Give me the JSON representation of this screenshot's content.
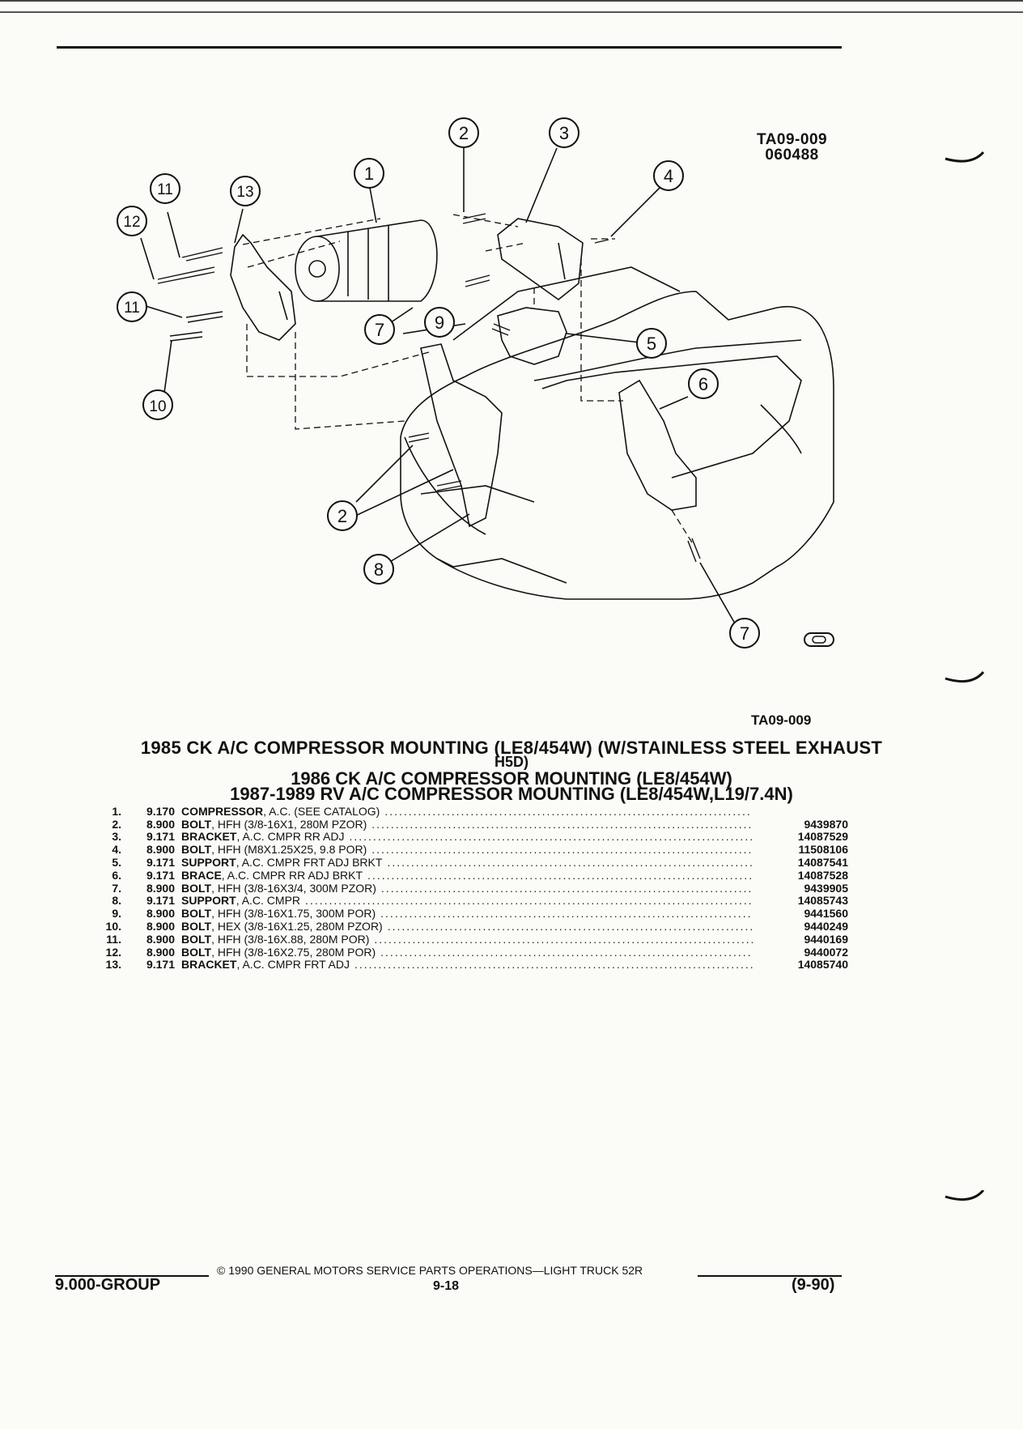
{
  "header": {
    "figure_code_top": "TA09-009",
    "figure_date": "060488",
    "figure_code": "TA09-009"
  },
  "diagram": {
    "callouts": [
      "1",
      "2",
      "3",
      "4",
      "5",
      "6",
      "7",
      "8",
      "9",
      "10",
      "11",
      "12",
      "13"
    ],
    "logo": "GM-logo"
  },
  "titles": {
    "line1": "1985 CK A/C COMPRESSOR MOUNTING (LE8/454W) (W/STAINLESS STEEL EXHAUST",
    "line1b": "H5D)",
    "line2": "1986 CK A/C COMPRESSOR MOUNTING (LE8/454W)",
    "line3": "1987-1989 RV A/C COMPRESSOR MOUNTING (LE8/454W,L19/7.4N)"
  },
  "parts": [
    {
      "num": "1.",
      "group": "9.170",
      "name": "COMPRESSOR",
      "desc": ", A.C. (SEE CATALOG)",
      "part_no": ""
    },
    {
      "num": "2.",
      "group": "8.900",
      "name": "BOLT",
      "desc": ", HFH (3/8-16X1, 280M PZOR)",
      "part_no": "9439870"
    },
    {
      "num": "3.",
      "group": "9.171",
      "name": "BRACKET",
      "desc": ", A.C. CMPR RR ADJ",
      "part_no": "14087529"
    },
    {
      "num": "4.",
      "group": "8.900",
      "name": "BOLT",
      "desc": ", HFH (M8X1.25X25, 9.8 POR)",
      "part_no": "11508106"
    },
    {
      "num": "5.",
      "group": "9.171",
      "name": "SUPPORT",
      "desc": ", A.C. CMPR FRT ADJ BRKT",
      "part_no": "14087541"
    },
    {
      "num": "6.",
      "group": "9.171",
      "name": "BRACE",
      "desc": ", A.C. CMPR RR ADJ BRKT",
      "part_no": "14087528"
    },
    {
      "num": "7.",
      "group": "8.900",
      "name": "BOLT",
      "desc": ", HFH (3/8-16X3/4, 300M PZOR)",
      "part_no": "9439905"
    },
    {
      "num": "8.",
      "group": "9.171",
      "name": "SUPPORT",
      "desc": ", A.C. CMPR",
      "part_no": "14085743"
    },
    {
      "num": "9.",
      "group": "8.900",
      "name": "BOLT",
      "desc": ", HFH (3/8-16X1.75, 300M POR)",
      "part_no": "9441560"
    },
    {
      "num": "10.",
      "group": "8.900",
      "name": "BOLT",
      "desc": ", HEX (3/8-16X1.25, 280M PZOR)",
      "part_no": "9440249"
    },
    {
      "num": "11.",
      "group": "8.900",
      "name": "BOLT",
      "desc": ", HFH (3/8-16X.88, 280M POR)",
      "part_no": "9440169"
    },
    {
      "num": "12.",
      "group": "8.900",
      "name": "BOLT",
      "desc": ", HFH (3/8-16X2.75, 280M POR)",
      "part_no": "9440072"
    },
    {
      "num": "13.",
      "group": "9.171",
      "name": "BRACKET",
      "desc": ", A.C. CMPR FRT ADJ",
      "part_no": "14085740"
    }
  ],
  "footer": {
    "copyright": "© 1990 GENERAL MOTORS SERVICE PARTS OPERATIONS—LIGHT TRUCK 52R",
    "group": "9.000-GROUP",
    "page": "9-18",
    "date": "(9-90)"
  }
}
